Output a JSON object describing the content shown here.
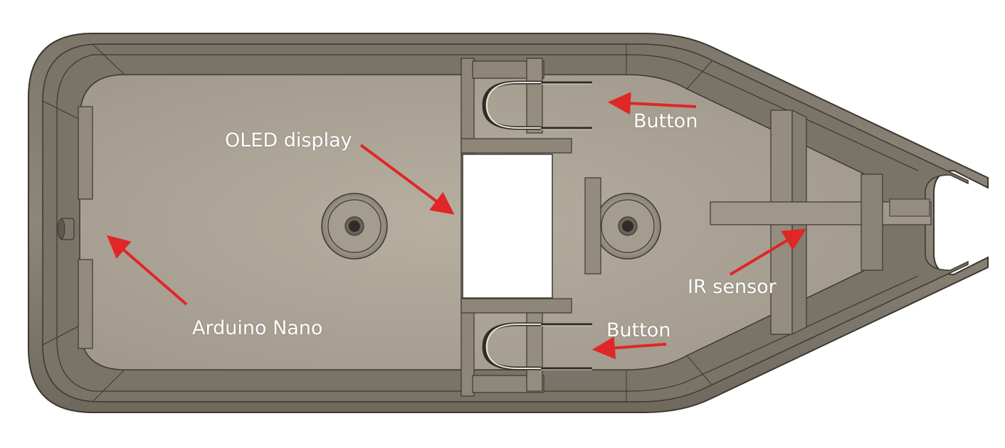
{
  "labels": {
    "oled": "OLED display",
    "arduino": "Arduino Nano",
    "ir": "IR sensor",
    "button_top": "Button",
    "button_bottom": "Button"
  },
  "colors": {
    "arrow": "#e02626",
    "shell": "#8f877a",
    "floor": "#aea69a",
    "cutout": "#ffffff"
  }
}
